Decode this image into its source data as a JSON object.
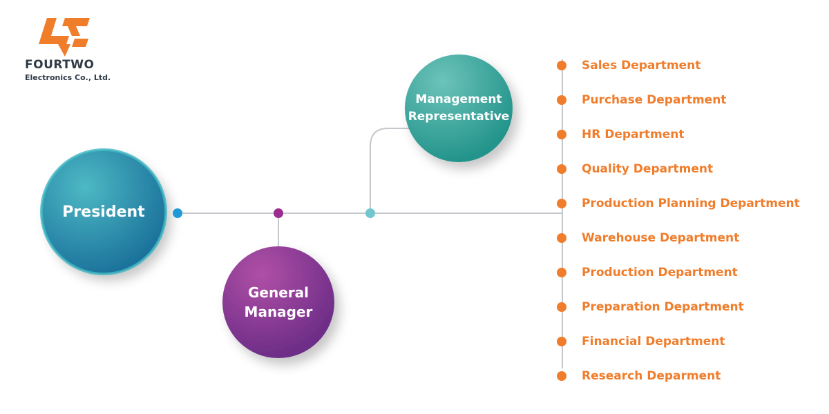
{
  "logo": {
    "name": "FOURTWO",
    "subtitle": "Electronics Co., Ltd.",
    "color": "#f07d2a"
  },
  "nodes": {
    "president": "President",
    "general_manager_line1": "General",
    "general_manager_line2": "Manager",
    "management_rep_line1": "Management",
    "management_rep_line2": "Representative"
  },
  "departments": [
    "Sales Department",
    "Purchase Department",
    "HR Department",
    "Quality Department",
    "Production Planning Department",
    "Warehouse Department",
    "Production Department",
    "Preparation Department",
    "Financial Department",
    "Research Deparment"
  ],
  "colors": {
    "president": "#1e8aa8",
    "general_manager": "#8a3a98",
    "management_rep": "#2ea39a",
    "department": "#ef7d2b",
    "connector": "#c4c8cc"
  }
}
